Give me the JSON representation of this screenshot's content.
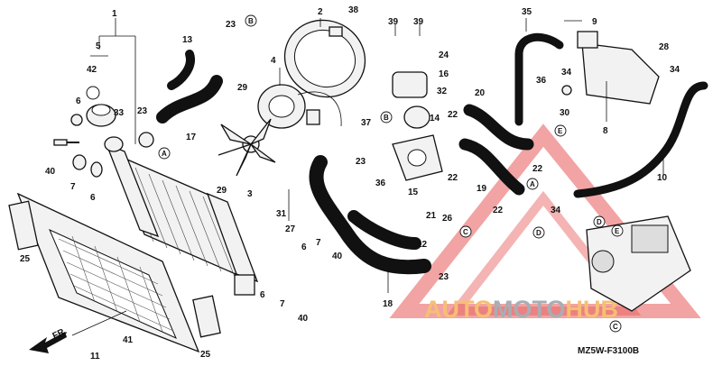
{
  "diagram": {
    "code": "MZ5W-F3100B",
    "front_label": "FR.",
    "watermark": {
      "part1": "AUTO",
      "part2": "MOTO",
      "part3": "HUB",
      "color1": "#f5b45c",
      "color2": "#9aa0a6",
      "color3": "#f5b45c",
      "triangle_color": "#e23b3b"
    },
    "part_numbers": [
      "1",
      "2",
      "3",
      "4",
      "5",
      "6",
      "7",
      "8",
      "9",
      "10",
      "11",
      "12",
      "13",
      "14",
      "15",
      "16",
      "17",
      "18",
      "19",
      "20",
      "21",
      "22",
      "23",
      "24",
      "25",
      "26",
      "27",
      "28",
      "29",
      "30",
      "31",
      "32",
      "33",
      "34",
      "35",
      "36",
      "37",
      "38",
      "39",
      "40",
      "41",
      "42"
    ],
    "callouts": [
      "A",
      "B",
      "C",
      "D",
      "E"
    ]
  }
}
